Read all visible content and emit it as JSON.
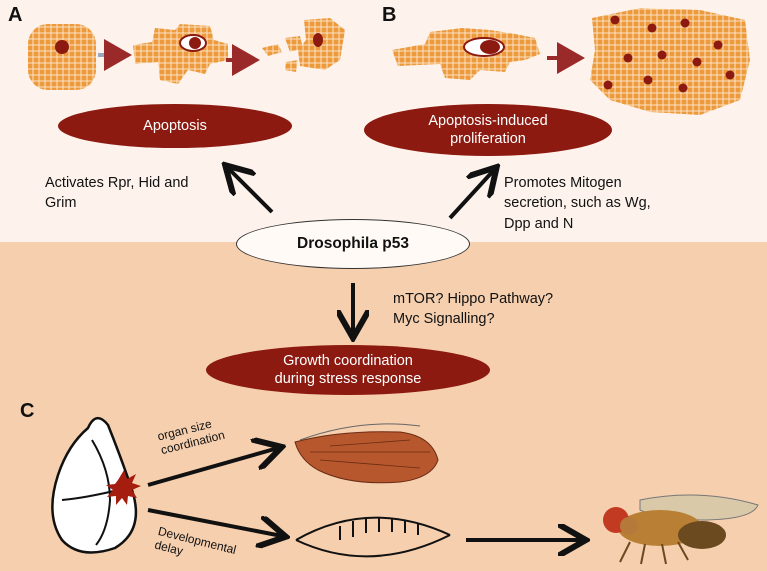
{
  "panels": {
    "a": "A",
    "b": "B",
    "c": "C"
  },
  "nodes": {
    "apoptosis": "Apoptosis",
    "apoptosis_proliferation": "Apoptosis-induced\nproliferation",
    "center": "Drosophila p53",
    "growth": "Growth coordination\nduring stress response"
  },
  "labels": {
    "activates": "Activates Rpr, Hid and\nGrim",
    "promotes": "Promotes Mitogen\nsecretion, such as Wg,\nDpp and N",
    "pathways": "mTOR? Hippo Pathway?\nMyc Signalling?",
    "organ_size": "organ size\ncoordination",
    "developmental": "Developmental\ndelay"
  },
  "colors": {
    "apoptosis_red": "#8c1a10",
    "tissue_orange": "#ec9a3c",
    "background_peach": "#f5cfae"
  }
}
